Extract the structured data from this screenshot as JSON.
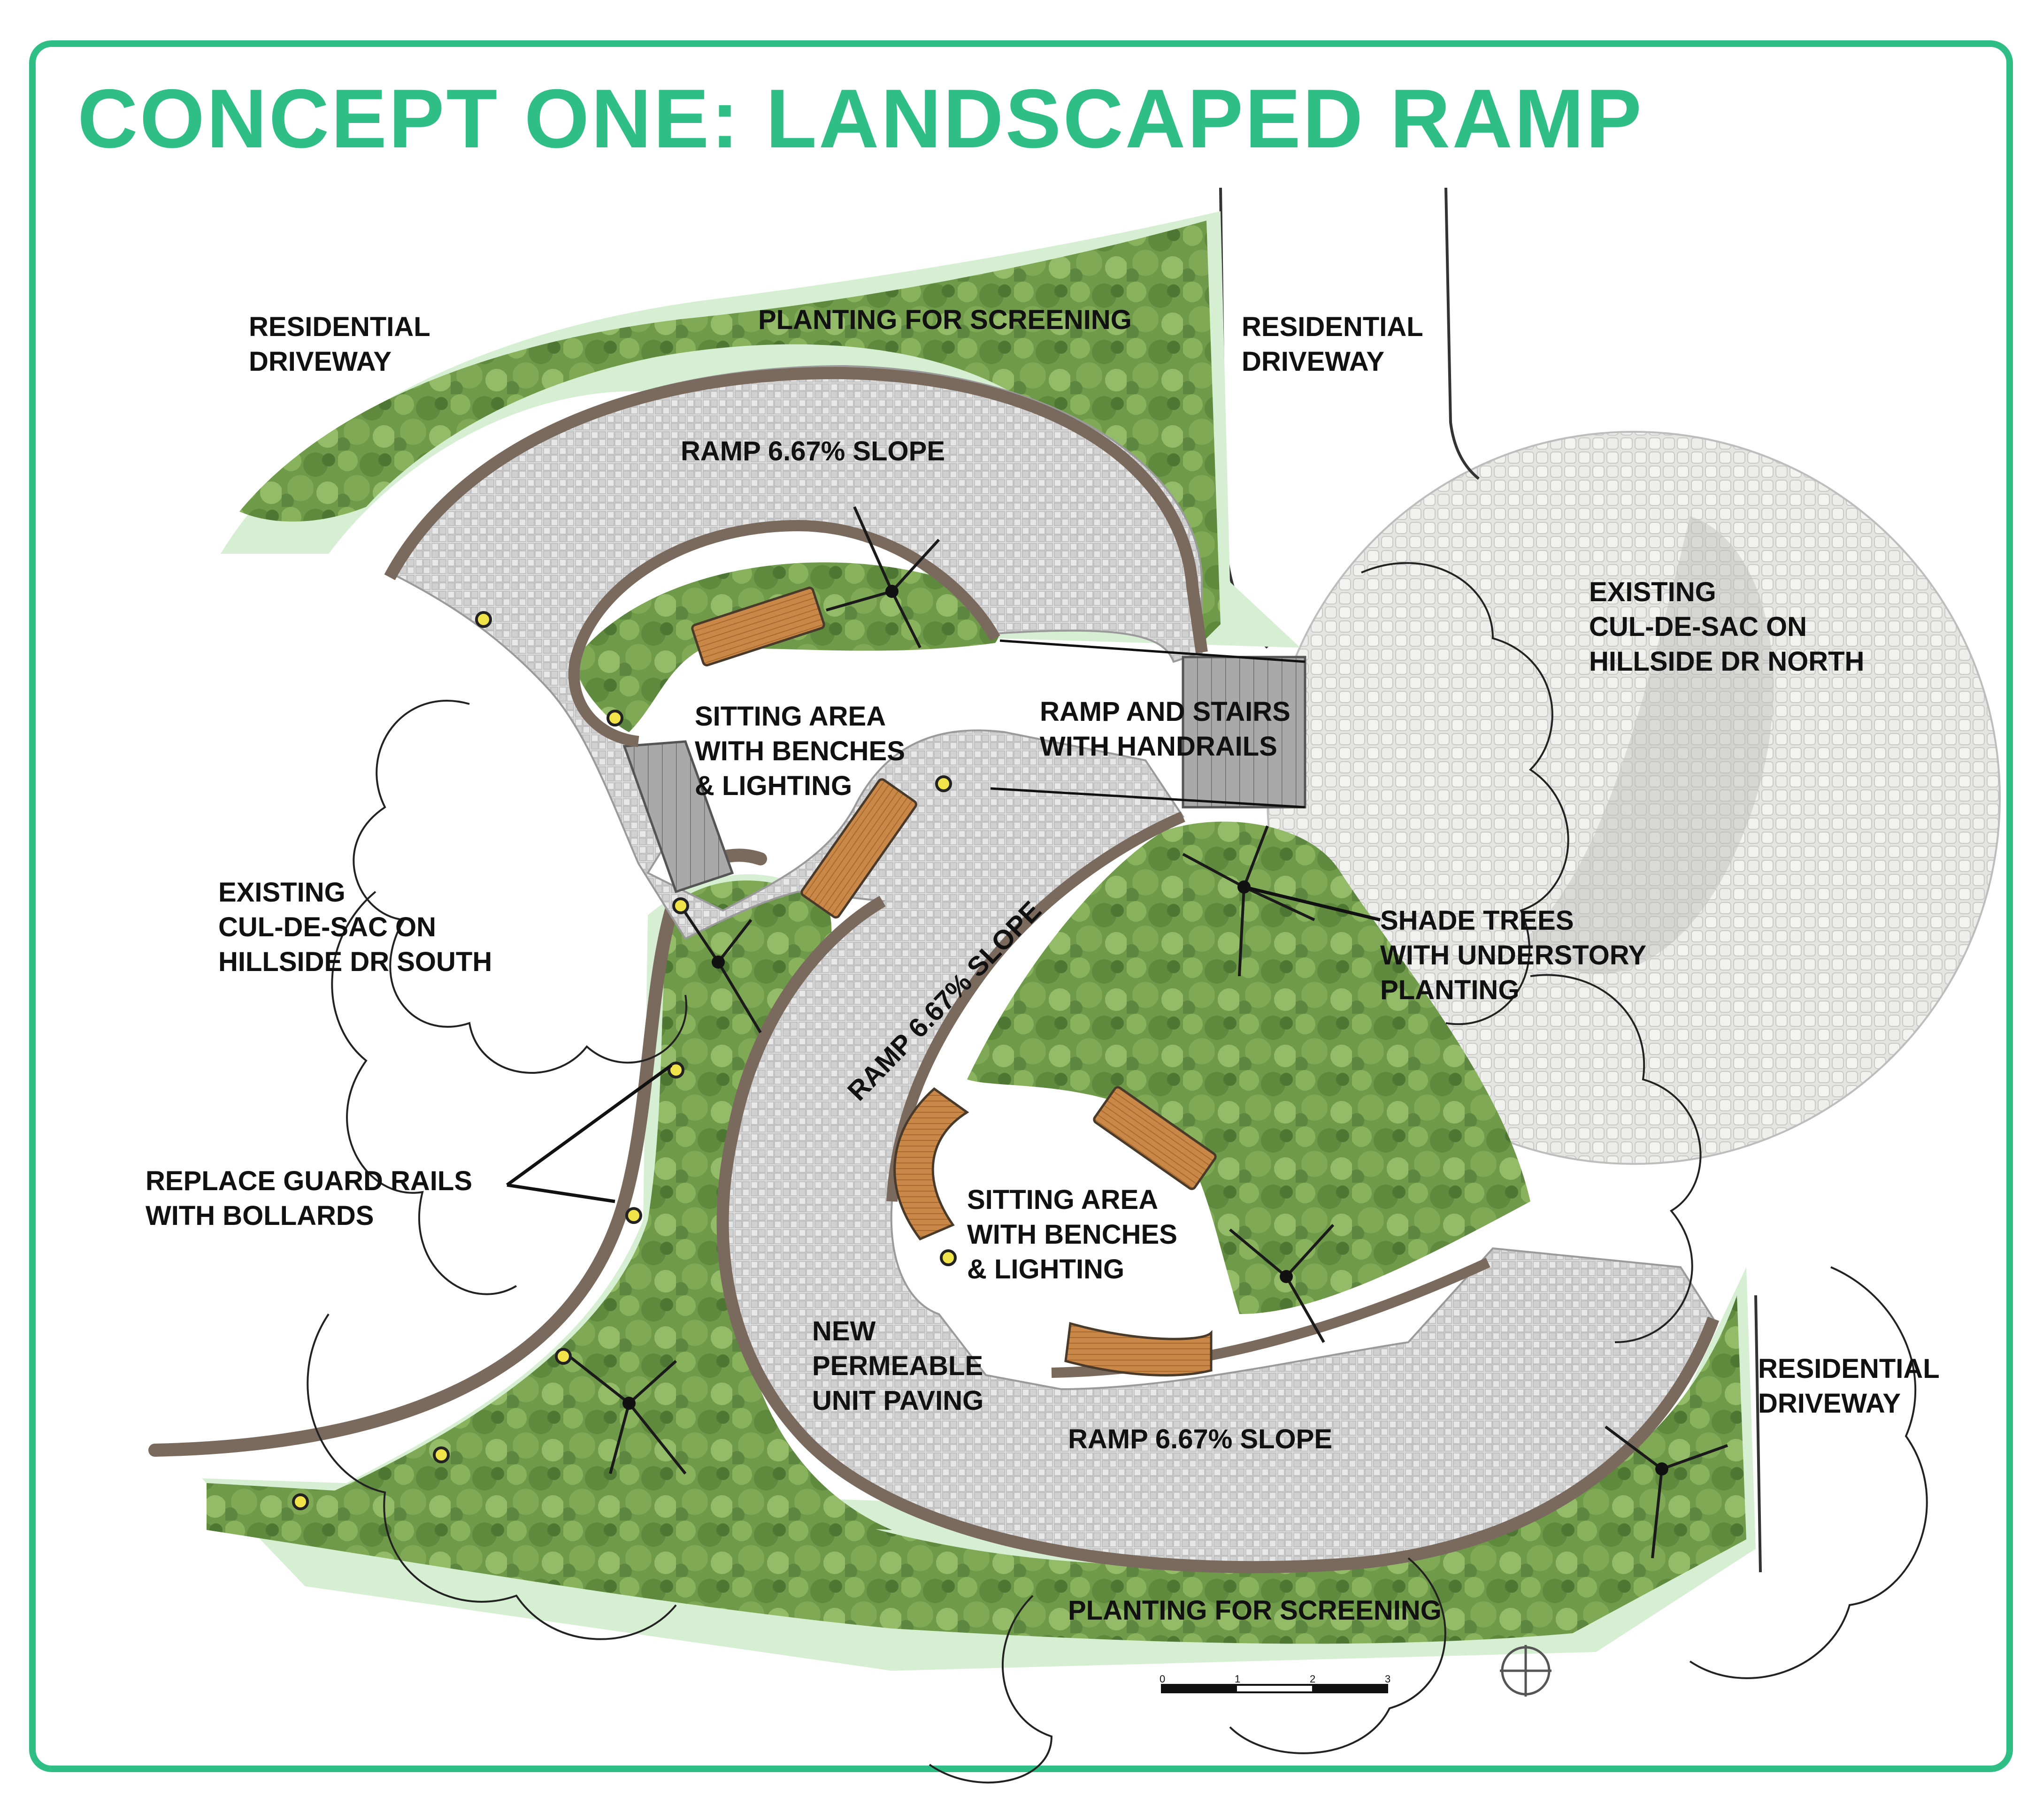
{
  "title": "CONCEPT ONE: LANDSCAPED RAMP",
  "labels": {
    "driveway_nw": [
      "RESIDENTIAL",
      "DRIVEWAY"
    ],
    "driveway_n": [
      "RESIDENTIAL",
      "DRIVEWAY"
    ],
    "driveway_se": [
      "RESIDENTIAL",
      "DRIVEWAY"
    ],
    "planting_top": "PLANTING FOR SCREENING",
    "planting_bottom": "PLANTING FOR SCREENING",
    "ramp_top": "RAMP 6.67% SLOPE",
    "ramp_mid": "RAMP 6.67% SLOPE",
    "ramp_bottom": "RAMP 6.67% SLOPE",
    "culdesac_north": [
      "EXISTING",
      "CUL-DE-SAC ON",
      "HILLSIDE DR NORTH"
    ],
    "culdesac_south": [
      "EXISTING",
      "CUL-DE-SAC ON",
      "HILLSIDE DR SOUTH"
    ],
    "sitting_upper": [
      "SITTING AREA",
      "WITH BENCHES",
      "& LIGHTING"
    ],
    "sitting_lower": [
      "SITTING AREA",
      "WITH BENCHES",
      "& LIGHTING"
    ],
    "ramp_stairs": [
      "RAMP AND STAIRS",
      "WITH HANDRAILS"
    ],
    "shade_trees": [
      "SHADE TREES",
      "WITH UNDERSTORY",
      "PLANTING"
    ],
    "guard_rails": [
      "REPLACE GUARD RAILS",
      "WITH BOLLARDS"
    ],
    "paving": [
      "NEW",
      "PERMEABLE",
      "UNIT PAVING"
    ]
  },
  "scale_bar": {
    "ticks": [
      "0",
      "1",
      "2",
      "3"
    ]
  },
  "colors": {
    "accent_green": "#2fbf86",
    "planting_green": "#6f9a4a",
    "pale_green": "#d6efd3",
    "paving_gray": "#dcdcdc",
    "wall_brown": "#7a6a5e",
    "bench_wood": "#c98848"
  },
  "icons": [
    "north-arrow-icon",
    "bollard-light-icon",
    "tree-trunk-icon"
  ]
}
